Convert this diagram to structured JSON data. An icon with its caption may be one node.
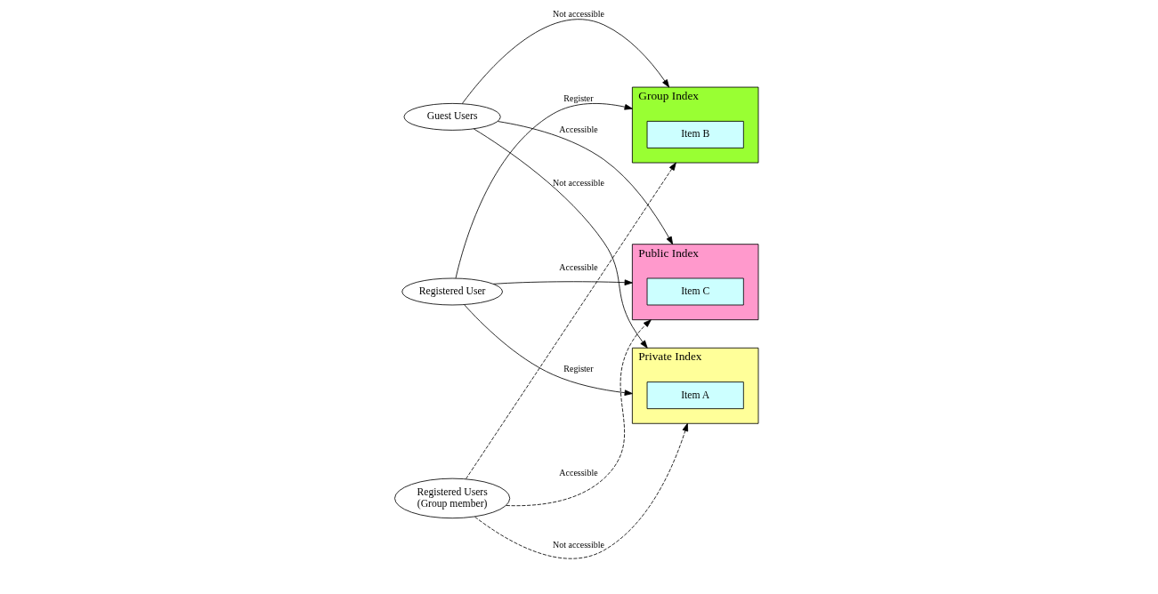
{
  "diagram": {
    "nodes": [
      {
        "text": [
          "Private Index"
        ]
      },
      {
        "text": [
          "Item A"
        ],
        "in": 0
      },
      {
        "text": [
          "Group Index"
        ]
      },
      {
        "text": [
          "Item B"
        ],
        "in": 2
      },
      {
        "text": [
          "Public Index"
        ]
      },
      {
        "text": [
          "Item C"
        ],
        "in": 4
      },
      {
        "text": [
          "Registered User"
        ]
      },
      {
        "text": [
          "Guest Users"
        ]
      },
      {
        "text": [
          "Registered Users (Group member)"
        ]
      }
    ],
    "edges": [
      {
        "from": 6,
        "to": 0,
        "arrow": "to",
        "label": "Register"
      },
      {
        "from": 6,
        "to": 2,
        "arrow": "to",
        "label": "Register"
      },
      {
        "from": 6,
        "to": 4,
        "arrow": "to"
      },
      {
        "from": 7,
        "to": 0,
        "arrow": "to",
        "label": "Not accessible"
      },
      {
        "from": 7,
        "to": 2,
        "arrow": "to",
        "label": "Not accessible"
      },
      {
        "from": 7,
        "to": 4,
        "arrow": "to",
        "label": "Accessible"
      },
      {
        "from": 8,
        "to": 0,
        "arrow": "to",
        "label": "Not accessible",
        "style": "dashed"
      },
      {
        "from": 8,
        "to": 2,
        "arrow": "to",
        "label": "Accessible",
        "style": "dashed"
      },
      {
        "from": 8,
        "to": 4,
        "arrow": "to",
        "label": "Accessible",
        "style": "dashed"
      }
    ]
  }
}
